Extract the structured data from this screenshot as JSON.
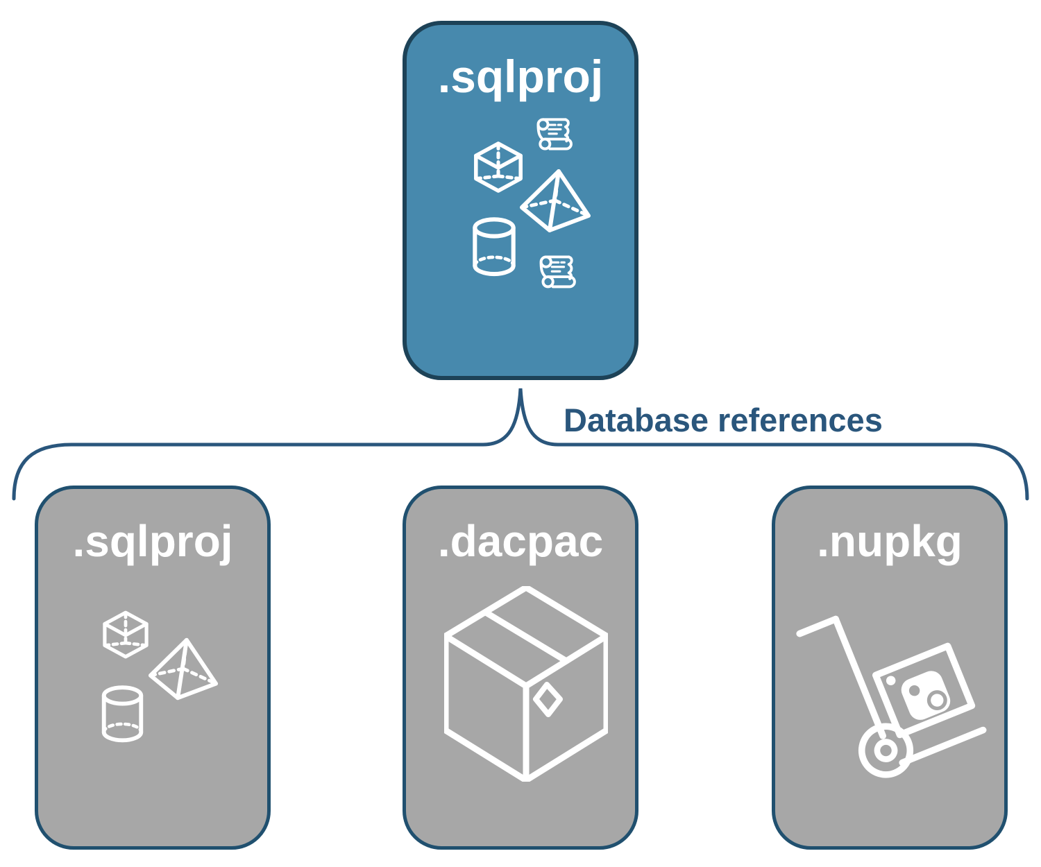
{
  "diagram": {
    "root": {
      "label": ".sqlproj",
      "icons": [
        "scroll",
        "cube",
        "pyramid",
        "cylinder",
        "scroll"
      ]
    },
    "connector": {
      "label": "Database references",
      "shape": "curly-brace"
    },
    "children": [
      {
        "label": ".sqlproj",
        "icons": [
          "cube",
          "pyramid",
          "cylinder"
        ]
      },
      {
        "label": ".dacpac",
        "icons": [
          "package-box"
        ]
      },
      {
        "label": ".nupkg",
        "icons": [
          "nuget-hand-truck"
        ]
      }
    ],
    "colors": {
      "root_fill": "#4789ad",
      "root_border": "#1d4257",
      "child_fill": "#a7a7a7",
      "child_border": "#20506f",
      "accent": "#2a567c",
      "icon_stroke": "#ffffff"
    }
  }
}
